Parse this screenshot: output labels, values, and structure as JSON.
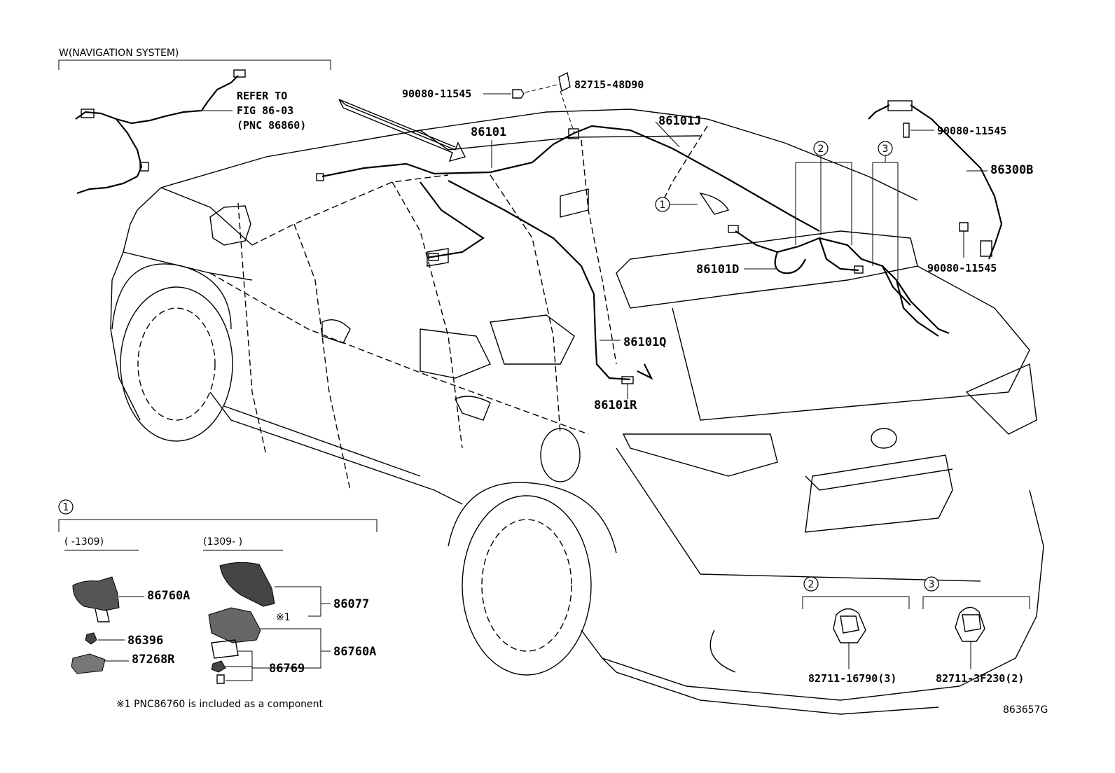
{
  "header": {
    "nav_label": "W(NAVIGATION SYSTEM)",
    "refer_line1": "REFER TO",
    "refer_line2": "FIG 86-03",
    "refer_line3": "(PNC 86860)"
  },
  "parts": {
    "p90080_a": "90080-11545",
    "p82715": "82715-48D90",
    "p86101": "86101",
    "p86101J": "86101J",
    "p90080_b": "90080-11545",
    "p86300B": "86300B",
    "p90080_c": "90080-11545",
    "p86101D": "86101D",
    "p86101Q": "86101Q",
    "p86101R": "86101R"
  },
  "callouts": {
    "c1": "1",
    "c2": "2",
    "c3": "3"
  },
  "detail1": {
    "number": "1",
    "range_old": "(      -1309)",
    "range_new": "(1309-      )",
    "p86760A_old": "86760A",
    "p86396": "86396",
    "p87268R": "87268R",
    "p86077": "86077",
    "note_mark": "※1",
    "p86760A_new": "86760A",
    "p86769": "86769",
    "footnote": "※1 PNC86760 is included as a component"
  },
  "detail2": {
    "number": "2",
    "part": "82711-16790(3)"
  },
  "detail3": {
    "number": "3",
    "part": "82711-3F230(2)"
  },
  "diagram_id": "863657G"
}
